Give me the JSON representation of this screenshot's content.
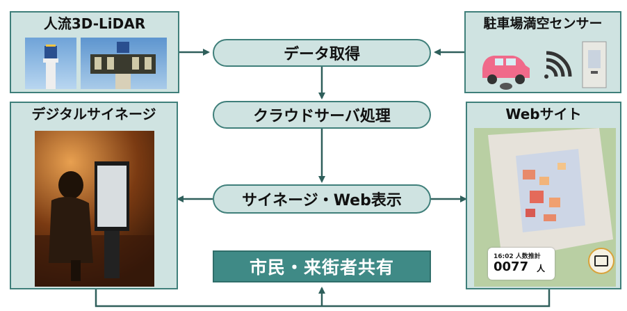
{
  "boxes": {
    "lidar_title": "人流3D-LiDAR",
    "parking_title": "駐車場満空センサー",
    "signage_title": "デジタルサイネージ",
    "web_title": "Webサイト"
  },
  "flow": {
    "data_acquisition": "データ取得",
    "cloud_processing": "クラウドサーバ処理",
    "display": "サイネージ・Web表示",
    "citizens": "市民・来街者共有"
  },
  "web_counter": {
    "time_label": "16:02 人数推計",
    "count": "0077",
    "unit": "人"
  },
  "colors": {
    "box_fill": "#cfe3e1",
    "border": "#3f7f7a",
    "banner": "#3f8a86",
    "arrow": "#2f5f5b"
  }
}
